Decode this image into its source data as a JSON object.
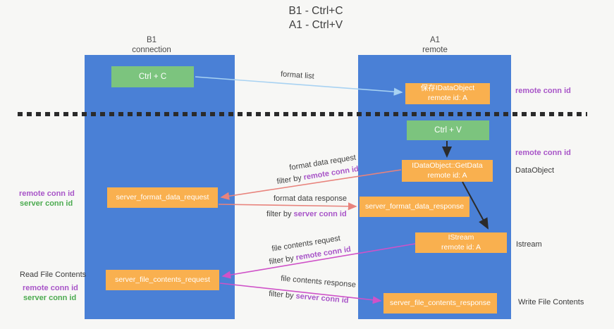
{
  "title": {
    "line1": "B1 - Ctrl+C",
    "line2": "A1 - Ctrl+V"
  },
  "columns": {
    "left": {
      "name": "B1",
      "subtitle": "connection"
    },
    "right": {
      "name": "A1",
      "subtitle": "remote"
    }
  },
  "nodes": {
    "ctrl_c": {
      "label": "Ctrl + C"
    },
    "ctrl_v": {
      "label": "Ctrl + V"
    },
    "save_dataobject": {
      "line1": "保存IDataObject",
      "line2": "remote id: A"
    },
    "getdata": {
      "line1": "IDataObject::GetData",
      "line2": "remote id: A"
    },
    "istream": {
      "line1": "IStream",
      "line2": "remote id: A"
    },
    "format_request": {
      "label": "server_format_data_request"
    },
    "format_response": {
      "label": "server_format_data_response"
    },
    "file_request": {
      "label": "server_file_contents_request"
    },
    "file_response": {
      "label": "server_file_contents_response"
    }
  },
  "right_labels": {
    "remote_conn_top": "remote conn id",
    "remote_conn_mid": "remote conn id",
    "dataobject": "DataObject",
    "istream": "Istream",
    "write_file_contents": "Write File Contents"
  },
  "left_labels": {
    "remote_conn_top": "remote conn id",
    "server_conn_top": "server conn id",
    "read_file_contents": "Read File Contents",
    "remote_conn_bottom": "remote conn id",
    "server_conn_bottom": "server conn id"
  },
  "flow_labels": {
    "format_list": "format list",
    "format_request": "format data request",
    "format_request_filter_prefix": "filter by ",
    "format_request_filter_value": "remote conn id",
    "format_response": "format data response",
    "format_response_filter_prefix": "filter by ",
    "format_response_filter_value": "server conn id",
    "file_request": "file contents request",
    "file_request_filter_prefix": "filter by ",
    "file_request_filter_value": "remote conn id",
    "file_response": "file contents response",
    "file_response_filter_prefix": "filter by ",
    "file_response_filter_value": "server conn id"
  },
  "colors": {
    "panel_blue": "#4a80d6",
    "node_green": "#7cc47e",
    "node_orange": "#f9b04f",
    "purple_label": "#a855c8",
    "green_label": "#4cab50",
    "arrow_blue": "#a8d2f2",
    "arrow_red": "#e8837c",
    "arrow_magenta": "#cf52c8",
    "arrow_black": "#2b2b2b"
  }
}
